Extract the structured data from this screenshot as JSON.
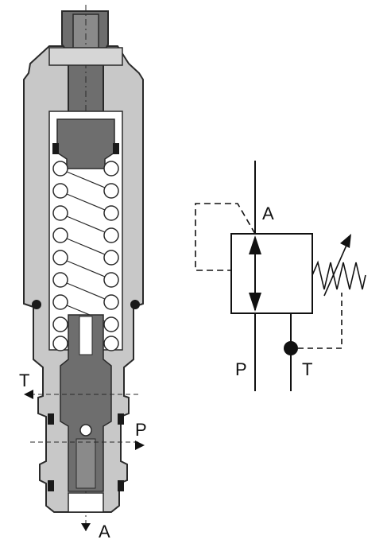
{
  "section_labels": {
    "T": "T",
    "P": "P",
    "A": "A"
  },
  "symbol_labels": {
    "A": "A",
    "P": "P",
    "T": "T"
  },
  "colors": {
    "body_fill": "#c8c8c8",
    "body_stroke": "#2a2a2a",
    "dark_fill": "#6e6e6e",
    "dark_fill_2": "#8a8a8a",
    "cavity_fill": "#ffffff",
    "seal_fill": "#1a1a1a",
    "line": "#111111"
  },
  "icons": {
    "arrow": "triangle-arrow-icon",
    "spring": "spring-icon",
    "junction": "junction-dot-icon"
  }
}
